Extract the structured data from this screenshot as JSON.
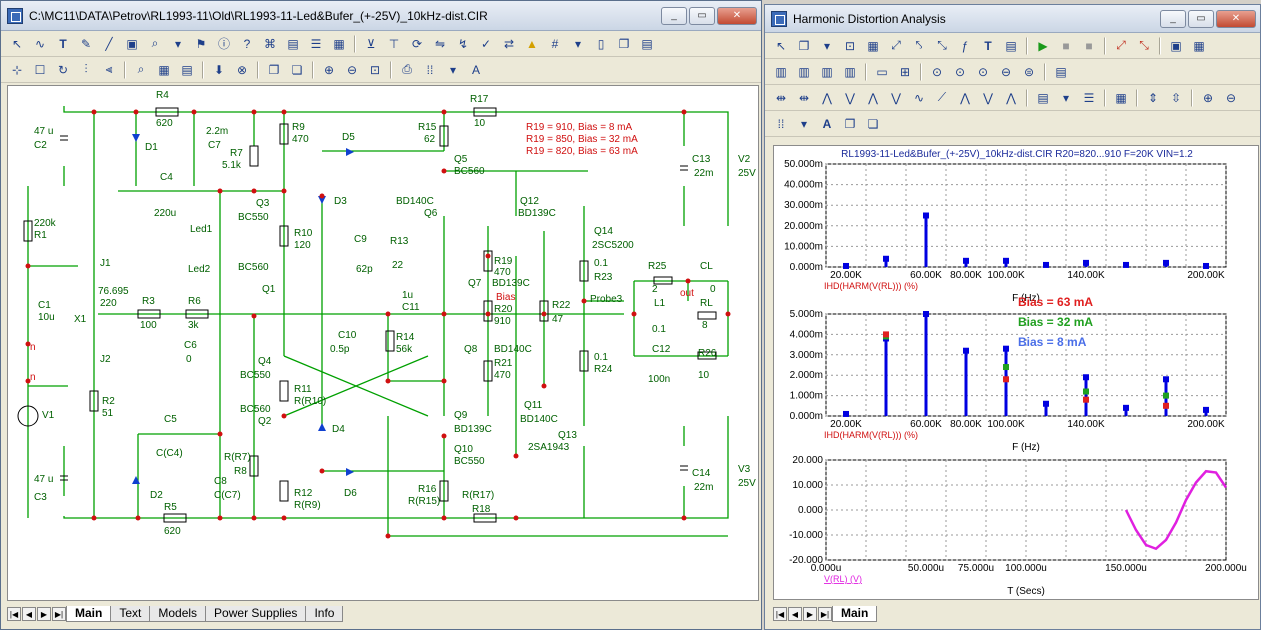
{
  "schematic_window": {
    "title": "C:\\MC11\\DATA\\Petrov\\RL1993-11\\Old\\RL1993-11-Led&Bufer_(+-25V)_10kHz-dist.CIR",
    "tabs": [
      "Main",
      "Text",
      "Models",
      "Power Supplies",
      "Info"
    ],
    "active_tab": "Main"
  },
  "schematic": {
    "notes": [
      "R19 = 910, Bias = 8 mA",
      "R19 = 850, Bias = 32 mA",
      "R19 = 820, Bias = 63 mA"
    ],
    "labels": {
      "r4": "R4",
      "r4v": "620",
      "c2v": "47 u",
      "c2": "C2",
      "d1": "D1",
      "c7v": "2.2m",
      "c7": "C7",
      "r7": "R7",
      "r7v": "5.1k",
      "r9": "R9",
      "r9v": "470",
      "d5": "D5",
      "r15": "R15",
      "r15v": "62",
      "r17": "R17",
      "r17v": "10",
      "c13": "C13",
      "c13v": "22m",
      "v2": "V2",
      "v2v": "25V",
      "c4": "C4",
      "c4v": "220u",
      "q3": "Q3",
      "q3t": "BC550",
      "d3": "D3",
      "q5": "Q5",
      "q5t": "BC560",
      "bd140c_q6": "BD140C",
      "q6": "Q6",
      "q12": "Q12",
      "q12t": "BD139C",
      "q14": "Q14",
      "q14t": "2SC5200",
      "r1v": "220k",
      "r1": "R1",
      "led1": "Led1",
      "led2": "Led2",
      "r10": "R10",
      "r10v": "120",
      "c9": "C9",
      "c9v": "62p",
      "r13": "R13",
      "r13v": "22",
      "r19": "R19",
      "r19v": "470",
      "r19t": "BD139C",
      "r23": "R23",
      "r23v": "0.1",
      "r25": "R25",
      "r25v": "2",
      "cl": "CL",
      "clv": "0",
      "j1": "J1",
      "x1v": "76.695",
      "x1v2": "220",
      "x1": "X1",
      "bc560_q1": "BC560",
      "q1": "Q1",
      "c11v": "1u",
      "c11": "C11",
      "q7": "Q7",
      "bias": "Bias",
      "r22": "R22",
      "r22v": "47",
      "probe": "Probe3",
      "out": "out",
      "l1": "L1",
      "l1v": "0.1",
      "rl": "RL",
      "rlv": "8",
      "c1": "C1",
      "c1v": "10u",
      "r3": "R3",
      "r3v": "100",
      "r6": "R6",
      "r6v": "3k",
      "c6": "C6",
      "c6v": "0",
      "r20": "R20",
      "r20v": "910",
      "c10": "C10",
      "c10v": "0.5p",
      "r14": "R14",
      "r14v": "56k",
      "q8": "Q8",
      "q8t": "BD140C",
      "r24v": "0.1",
      "r24": "R24",
      "c12": "C12",
      "c12v": "100n",
      "r26": "R26",
      "r26v": "10",
      "j2": "J2",
      "q4": "Q4",
      "q4t": "BC550",
      "r21": "R21",
      "r21v": "470",
      "r11": "R11",
      "r11v": "R(R10)",
      "r2": "R2",
      "r2v": "51",
      "v1": "V1",
      "c5": "C5",
      "c5v": "C(C4)",
      "q2t": "BC560",
      "q2": "Q2",
      "q9": "Q9",
      "q9t": "BD139C",
      "q11": "Q11",
      "q11t": "BD140C",
      "q13": "Q13",
      "q13t": "2SA1943",
      "d4": "D4",
      "rr7": "R(R7)",
      "r8": "R8",
      "c8": "C8",
      "c8v": "C(C7)",
      "q10": "Q10",
      "q10t": "BC550",
      "c14": "C14",
      "c14v": "22m",
      "v3": "V3",
      "v3v": "25V",
      "c3v": "47 u",
      "c3": "C3",
      "d2": "D2",
      "r12": "R12",
      "r12v": "R(R9)",
      "d6": "D6",
      "r16": "R16",
      "r16v": "R(R15)",
      "rr17": "R(R17)",
      "r18": "R18",
      "r5": "R5",
      "r5v": "620",
      "nodeN1": "n",
      "nodeN2": "n"
    }
  },
  "hda_window": {
    "title": "Harmonic Distortion Analysis",
    "tab": "Main"
  },
  "chart_data": [
    {
      "type": "bar",
      "title": "RL1993-11-Led&Bufer_(+-25V)_10kHz-dist.CIR R20=820...910 F=20K VIN=1.2",
      "xlabel": "F (Hz)",
      "ylabel": "",
      "trace_label": "IHD(HARM(V(RL))) (%)",
      "x_ticks": [
        "20.00K",
        "60.00K",
        "80.00K",
        "100.00K",
        "140.00K",
        "200.00K"
      ],
      "y_ticks": [
        "0.000m",
        "10.000m",
        "20.000m",
        "30.000m",
        "40.000m",
        "50.000m"
      ],
      "xlim": [
        10000,
        210000
      ],
      "ylim": [
        0,
        50
      ],
      "legend": [
        {
          "text": "Bias = 63 mA",
          "color": "#e02020"
        },
        {
          "text": "Bias = 32 mA",
          "color": "#20a020"
        },
        {
          "text": "Bias = 8 mA",
          "color": "#4a6ee8"
        }
      ],
      "series": [
        {
          "name": "Bias = 8 mA",
          "x": [
            20000,
            40000,
            60000,
            80000,
            100000,
            120000,
            140000,
            160000,
            180000,
            200000
          ],
          "values": [
            0.5,
            4.0,
            25.0,
            3.0,
            3.0,
            1.0,
            2.0,
            1.0,
            2.0,
            0.5
          ]
        }
      ]
    },
    {
      "type": "bar",
      "xlabel": "F (Hz)",
      "trace_label": "IHD(HARM(V(RL))) (%)",
      "x_ticks": [
        "20.00K",
        "60.00K",
        "80.00K",
        "100.00K",
        "140.00K",
        "200.00K"
      ],
      "y_ticks": [
        "0.000m",
        "1.000m",
        "2.000m",
        "3.000m",
        "4.000m",
        "5.000m"
      ],
      "xlim": [
        10000,
        210000
      ],
      "ylim": [
        0,
        5
      ],
      "series": [
        {
          "name": "Bias = 8 mA",
          "x": [
            20000,
            40000,
            60000,
            80000,
            100000,
            120000,
            140000,
            160000,
            180000,
            200000
          ],
          "values": [
            0.1,
            3.8,
            5.0,
            3.2,
            3.3,
            0.6,
            1.9,
            0.4,
            1.8,
            0.3
          ]
        },
        {
          "name": "Bias = 32 mA",
          "x": [
            40000,
            100000,
            140000,
            180000
          ],
          "values": [
            3.9,
            2.4,
            1.2,
            1.0
          ]
        },
        {
          "name": "Bias = 63 mA",
          "x": [
            40000,
            100000,
            140000,
            180000
          ],
          "values": [
            4.0,
            1.8,
            0.8,
            0.5
          ]
        }
      ]
    },
    {
      "type": "line",
      "xlabel": "T (Secs)",
      "trace_label": "V(RL) (V)",
      "x_ticks": [
        "0.000u",
        "50.000u",
        "75.000u",
        "100.000u",
        "150.000u",
        "200.000u"
      ],
      "y_ticks": [
        "-20.000",
        "-10.000",
        "0.000",
        "10.000",
        "20.000"
      ],
      "xlim": [
        0,
        200
      ],
      "ylim": [
        -20,
        20
      ],
      "series": [
        {
          "name": "V(RL)",
          "x": [
            150,
            155,
            160,
            165,
            170,
            175,
            180,
            185,
            190,
            195,
            200
          ],
          "values": [
            0,
            -8,
            -14,
            -15.5,
            -12,
            -5,
            4,
            11,
            15.5,
            15,
            9
          ]
        }
      ]
    }
  ]
}
